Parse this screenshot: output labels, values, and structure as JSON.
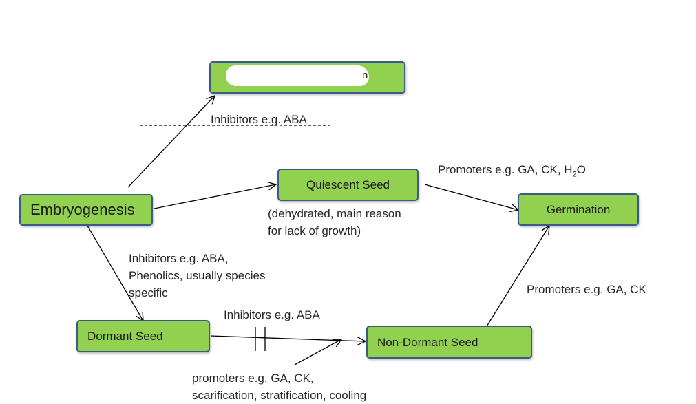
{
  "nodes": {
    "top": {
      "label": ""
    },
    "embryogenesis": {
      "label": "Embryogenesis"
    },
    "quiescent": {
      "label": "Quiescent Seed"
    },
    "germination": {
      "label": "Germination"
    },
    "dormant": {
      "label": "Dormant Seed"
    },
    "non_dormant": {
      "label": "Non-Dormant Seed"
    }
  },
  "labels": {
    "top_inhibitors": "Inhibitors e.g. ABA",
    "quiescent_note_line1": "(dehydrated, main reason",
    "quiescent_note_line2": "for lack of growth)",
    "promoters_top_prefix": "Promoters  e.g. GA, CK, H",
    "promoters_top_subscript": "2",
    "promoters_top_suffix": "O",
    "dormant_inhibitors_line1": "Inhibitors e.g. ABA,",
    "dormant_inhibitors_line2": "Phenolics, usually species",
    "dormant_inhibitors_line3": "specific",
    "bottom_inhibitors": "Inhibitors  e.g. ABA",
    "promoters_right": "Promoters  e.g. GA, CK",
    "promoters_bottom_line1": "promoters e.g. GA, CK,",
    "promoters_bottom_line2": "scarification, stratification, cooling"
  },
  "colors": {
    "box_fill": "#92d050",
    "box_border": "#3b5a86",
    "text": "#262626",
    "arrow": "#000000"
  }
}
